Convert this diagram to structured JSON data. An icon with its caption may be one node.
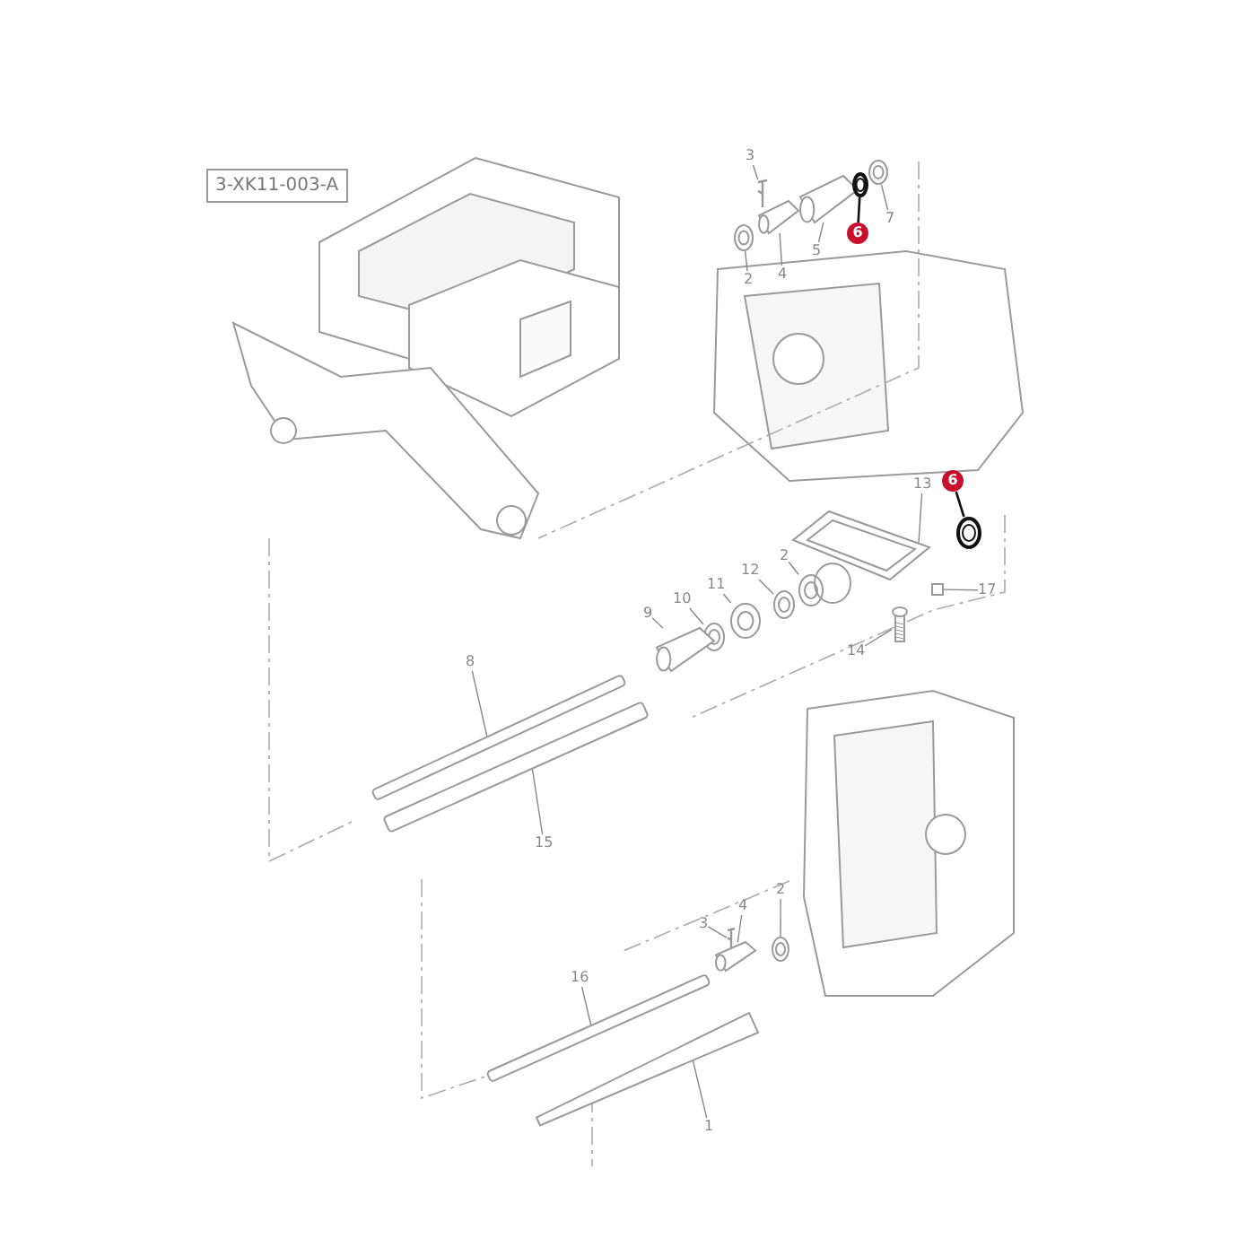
{
  "diagram": {
    "nodes": [
      {
        "text": [
          "3-XK11-003-A"
        ]
      },
      {
        "text": [
          "3"
        ]
      },
      {
        "text": [],
        "shape": "picture"
      },
      {
        "text": [
          "2"
        ]
      },
      {
        "text": [],
        "shape": "picture"
      },
      {
        "text": [
          "4"
        ]
      },
      {
        "text": [],
        "shape": "picture"
      },
      {
        "text": [
          "5"
        ]
      },
      {
        "text": [],
        "shape": "picture"
      },
      {
        "text": [
          "6"
        ]
      },
      {
        "text": [],
        "shape": "picture"
      },
      {
        "text": [
          "7"
        ]
      },
      {
        "text": [],
        "shape": "picture"
      },
      {
        "text": [
          "6"
        ]
      },
      {
        "text": [],
        "shape": "picture"
      },
      {
        "text": [
          "13"
        ]
      },
      {
        "text": [],
        "shape": "picture"
      },
      {
        "text": [
          "17"
        ]
      },
      {
        "text": [],
        "shape": "box"
      },
      {
        "text": [
          "14"
        ]
      },
      {
        "text": [],
        "shape": "picture"
      },
      {
        "text": [
          "2"
        ]
      },
      {
        "text": [],
        "shape": "picture"
      },
      {
        "text": [
          "12"
        ]
      },
      {
        "text": [],
        "shape": "picture"
      },
      {
        "text": [
          "11"
        ]
      },
      {
        "text": [],
        "shape": "picture"
      },
      {
        "text": [
          "10"
        ]
      },
      {
        "text": [],
        "shape": "picture"
      },
      {
        "text": [
          "9"
        ]
      },
      {
        "text": [],
        "shape": "picture"
      },
      {
        "text": [
          "8"
        ]
      },
      {
        "text": [],
        "shape": "picture"
      },
      {
        "text": [
          "15"
        ]
      },
      {
        "text": [],
        "shape": "picture"
      },
      {
        "text": [
          "16"
        ]
      },
      {
        "text": [],
        "shape": "picture"
      },
      {
        "text": [
          "3"
        ]
      },
      {
        "text": [],
        "shape": "picture"
      },
      {
        "text": [
          "4"
        ]
      },
      {
        "text": [],
        "shape": "picture"
      },
      {
        "text": [
          "2"
        ]
      },
      {
        "text": [],
        "shape": "picture"
      },
      {
        "text": [
          "1"
        ]
      },
      {
        "text": [],
        "shape": "picture"
      }
    ],
    "edges": [
      {
        "from": 1,
        "to": 2,
        "arrow": "none"
      },
      {
        "from": 3,
        "to": 4,
        "arrow": "none"
      },
      {
        "from": 5,
        "to": 6,
        "arrow": "none"
      },
      {
        "from": 7,
        "to": 8,
        "arrow": "none"
      },
      {
        "from": 9,
        "to": 10,
        "arrow": "none",
        "color": "#111111"
      },
      {
        "from": 11,
        "to": 12,
        "arrow": "none"
      },
      {
        "from": 13,
        "to": 14,
        "arrow": "none",
        "color": "#111111"
      },
      {
        "from": 15,
        "to": 16,
        "arrow": "none"
      },
      {
        "from": 17,
        "to": 18,
        "arrow": "none"
      },
      {
        "from": 19,
        "to": 20,
        "arrow": "none"
      },
      {
        "from": 21,
        "to": 22,
        "arrow": "none"
      },
      {
        "from": 23,
        "to": 24,
        "arrow": "none"
      },
      {
        "from": 25,
        "to": 26,
        "arrow": "none"
      },
      {
        "from": 27,
        "to": 28,
        "arrow": "none"
      },
      {
        "from": 29,
        "to": 30,
        "arrow": "none"
      },
      {
        "from": 31,
        "to": 32,
        "arrow": "none"
      },
      {
        "from": 33,
        "to": 34,
        "arrow": "none"
      },
      {
        "from": 35,
        "to": 36,
        "arrow": "none"
      },
      {
        "from": 37,
        "to": 38,
        "arrow": "none"
      },
      {
        "from": 39,
        "to": 40,
        "arrow": "none"
      },
      {
        "from": 41,
        "to": 42,
        "arrow": "none"
      },
      {
        "from": 43,
        "to": 44,
        "arrow": "none"
      }
    ]
  }
}
